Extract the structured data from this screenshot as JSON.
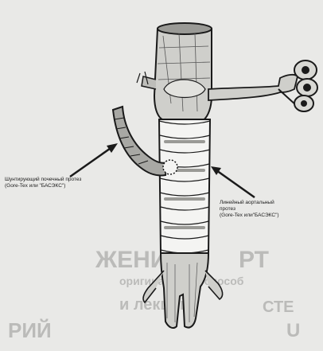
{
  "labels": {
    "left": {
      "line1": "Шунтирующий почечный протез",
      "line2": "(Gore-Tex или \"БАСЭКС\")"
    },
    "right": {
      "line1": "Линейный аортальный",
      "line2": "протез",
      "line3": "(Gore-Tex или\"БАСЭКС\")"
    }
  },
  "background_text": {
    "t1": "ЖЕНИЯХ",
    "t2": "РТ",
    "t3": "оригинальный способ",
    "t4": "и лекций",
    "t5": "СТЕ",
    "t6": "РИЙ",
    "t7": "U"
  },
  "colors": {
    "background": "#e9e9e7",
    "ink": "#1a1a1a",
    "vessel_fill": "#cfcfcb",
    "graft_fill": "#f4f4f2"
  }
}
